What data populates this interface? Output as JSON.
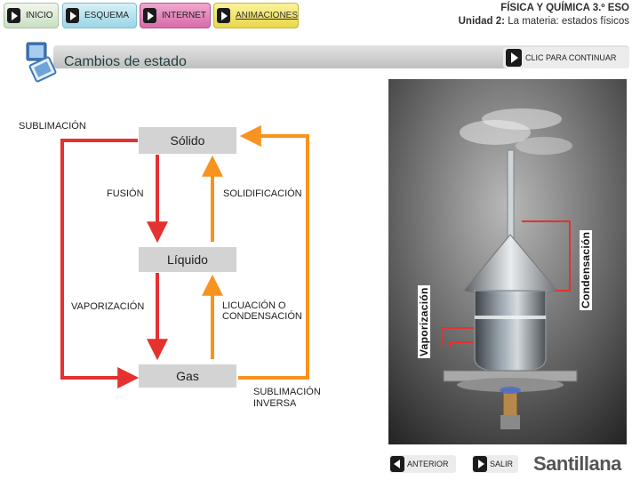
{
  "nav": {
    "inicio": "INICIO",
    "esquema": "ESQUEMA",
    "internet": "INTERNET",
    "animaciones": "ANIMACIONES"
  },
  "header": {
    "course": "FÍSICA Y QUÍMICA 3.º ESO",
    "unit_label": "Unidad 2:",
    "unit_name": "La materia: estados físicos"
  },
  "page": {
    "title": "Cambios de estado",
    "continue_label": "CLIC PARA CONTINUAR"
  },
  "diagram": {
    "states": {
      "solid": "Sólido",
      "liquid": "Líquido",
      "gas": "Gas"
    },
    "processes": {
      "sublimation": "SUBLIMACIÓN",
      "fusion": "FUSIÓN",
      "solidification": "SOLIDIFICACIÓN",
      "vaporization": "VAPORIZACIÓN",
      "liquefaction_line1": "LICUACIÓN O",
      "liquefaction_line2": "CONDENSACIÓN",
      "reverse_sublimation_line1": "SUBLIMACIÓN",
      "reverse_sublimation_line2": "INVERSA"
    },
    "colors": {
      "red": "#e5312f",
      "orange": "#f7931e"
    }
  },
  "photo": {
    "label_vaporization": "Vaporización",
    "label_condensation": "Condensación"
  },
  "footer": {
    "previous": "ANTERIOR",
    "exit": "SALIR",
    "brand": "Santillana"
  }
}
